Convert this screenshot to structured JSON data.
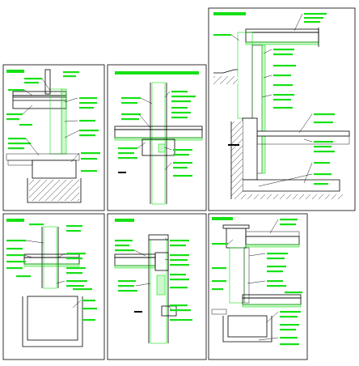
{
  "colors": {
    "background": "#ffffff",
    "line": "#000000",
    "annotation": "#16e016"
  },
  "panels": [
    {
      "id": "panel-1",
      "content": "foundation-slab-section"
    },
    {
      "id": "panel-2",
      "content": "intermediate-floor-column-section"
    },
    {
      "id": "panel-3",
      "content": "retaining-wall-basement-section"
    },
    {
      "id": "panel-4",
      "content": "column-footing-section"
    },
    {
      "id": "panel-5",
      "content": "floor-beam-junction-section"
    },
    {
      "id": "panel-6",
      "content": "roof-parapet-section"
    }
  ],
  "icons": [
    "brick-hatch-pattern",
    "concrete-stipple-pattern",
    "soil-hatch-pattern",
    "insulation-dash-pattern"
  ]
}
